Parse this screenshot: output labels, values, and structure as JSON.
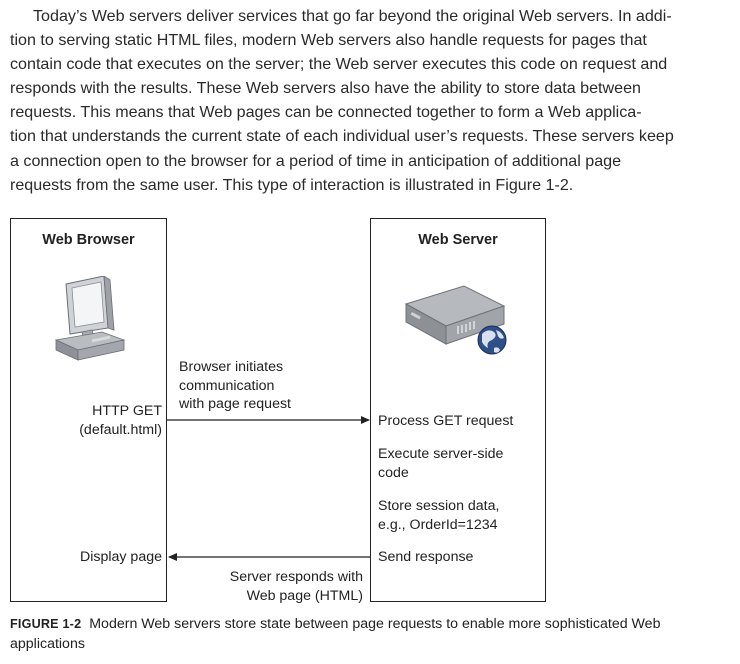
{
  "paragraph": {
    "lines": [
      "Today’s Web servers deliver services that go far beyond the original Web servers. In addi-",
      "tion to serving static HTML files, modern Web servers also handle requests for pages that",
      "contain code that executes on the server; the Web server executes this code on request and",
      "responds with the results. These Web servers also have the ability to store data between",
      "requests. This means that Web pages can be connected together to form a Web applica-",
      "tion that understands the current state of each individual user’s requests. These servers keep",
      "a connection open to the browser for a period of time in anticipation of additional page",
      "requests from the same user. This type of interaction is illustrated in Figure 1-2."
    ]
  },
  "diagram": {
    "browser": {
      "title": "Web Browser",
      "http_get": [
        "HTTP GET",
        "(default.html)"
      ],
      "display_page": "Display page"
    },
    "server": {
      "title": "Web Server",
      "steps": [
        [
          "Process GET request"
        ],
        [
          "Execute server-side",
          "code"
        ],
        [
          "Store session data,",
          "e.g., OrderId=1234"
        ],
        [
          "Send response"
        ]
      ]
    },
    "request_label": [
      "Browser initiates",
      "communication",
      "with page request"
    ],
    "response_label": [
      "Server responds with",
      "Web page (HTML)"
    ]
  },
  "caption": {
    "figure_number": "FIGURE 1-2",
    "text": "Modern Web servers store state between page requests to enable more sophisticated Web applications"
  },
  "icons": {
    "computer": "desktop-computer-icon",
    "server": "server-with-globe-icon"
  }
}
